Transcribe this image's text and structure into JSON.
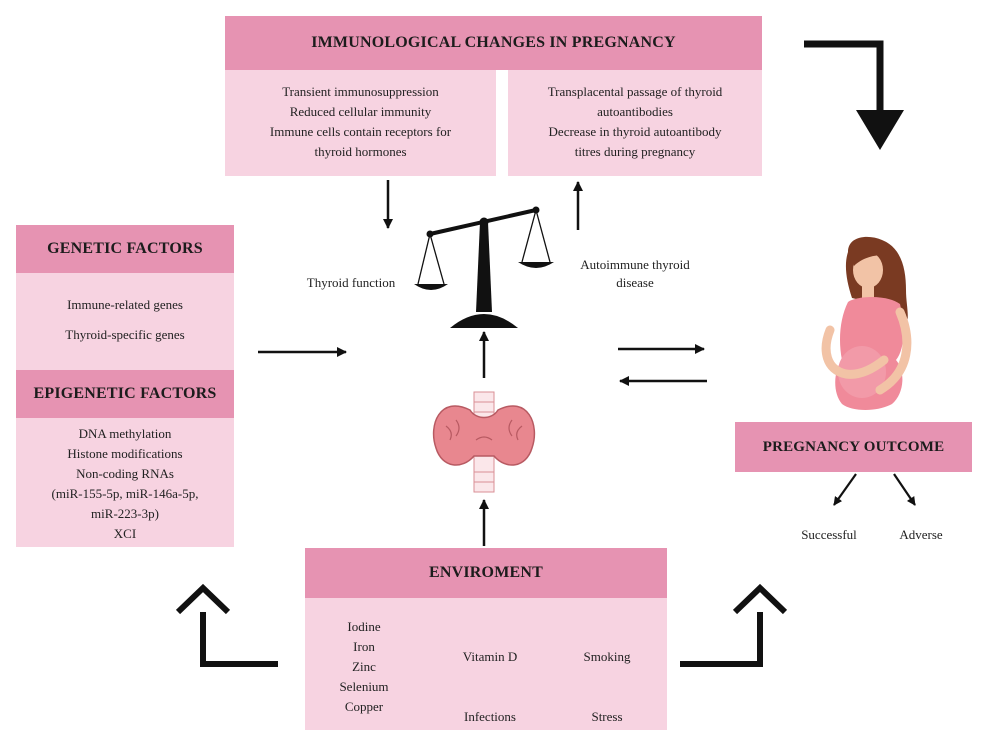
{
  "immunological": {
    "title": "IMMUNOLOGICAL CHANGES IN PREGNANCY",
    "left_lines": [
      "Transient immunosuppression",
      "Reduced cellular immunity",
      "Immune cells contain receptors for",
      "thyroid hormones"
    ],
    "right_lines": [
      "Transplacental passage of thyroid",
      "autoantibodies",
      "Decrease in thyroid autoantibody",
      "titres during pregnancy"
    ]
  },
  "genetic": {
    "title": "GENETIC FACTORS",
    "items": [
      "Immune-related genes",
      "Thyroid-specific genes"
    ]
  },
  "epigenetic": {
    "title": "EPIGENETIC FACTORS",
    "items": [
      "DNA methylation",
      "Histone modifications",
      "Non-coding RNAs",
      "(miR-155-5p, miR-146a-5p,",
      "miR-223-3p)",
      "XCI"
    ]
  },
  "balance": {
    "left_label": "Thyroid function",
    "right_label_lines": [
      "Autoimmune thyroid",
      "disease"
    ]
  },
  "outcome": {
    "title": "PREGNANCY OUTCOME",
    "successful": "Successful",
    "adverse": "Adverse"
  },
  "environment": {
    "title": "ENVIROMENT",
    "col1": [
      "Iodine",
      "Iron",
      "Zinc",
      "Selenium",
      "Copper"
    ],
    "col2": [
      "Vitamin D",
      "Infections"
    ],
    "col3": [
      "Smoking",
      "Stress"
    ]
  },
  "colors": {
    "header": "#e693b2",
    "panel": "#f7d3e1",
    "organ": "#e8878f",
    "dress": "#f08a9a",
    "hair": "#7a3a22"
  },
  "icons": [
    "balance-scale-icon",
    "thyroid-icon",
    "pregnant-woman-icon"
  ]
}
